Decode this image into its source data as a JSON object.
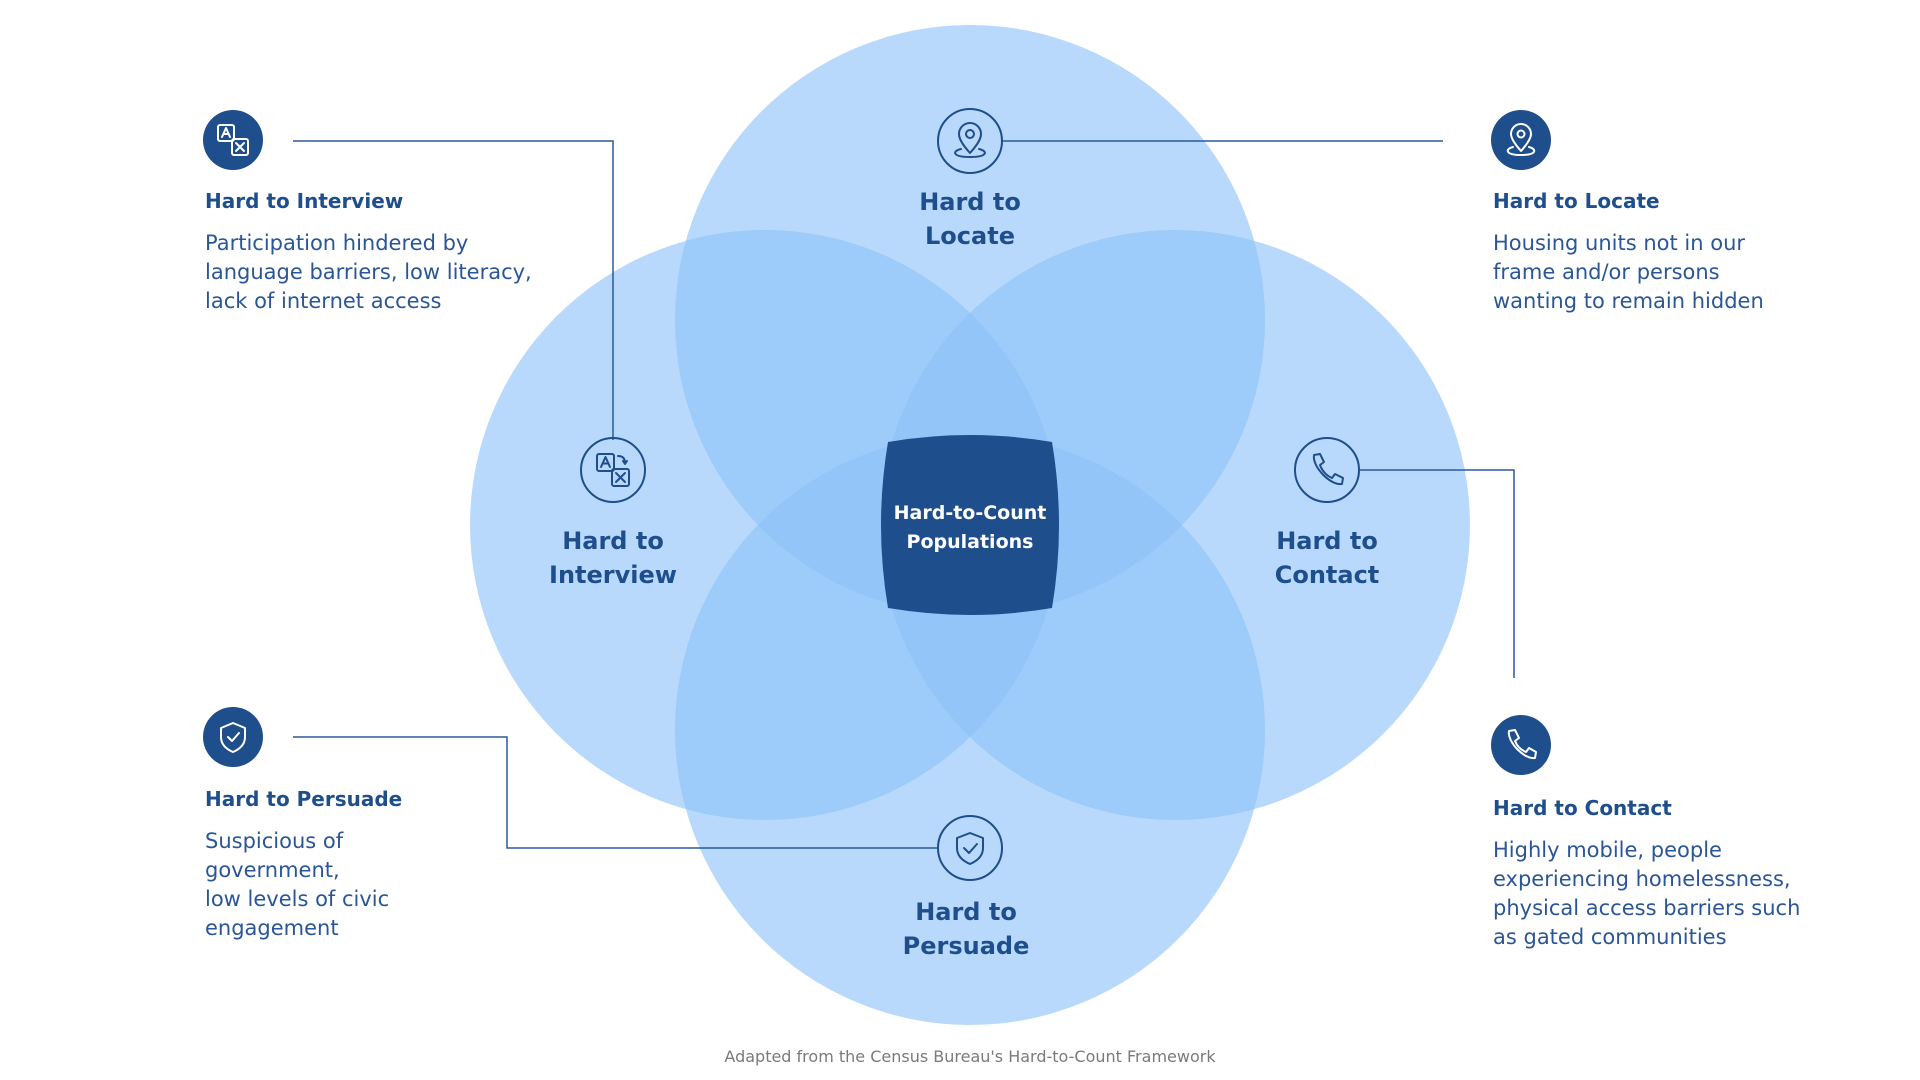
{
  "colors": {
    "circle_fill": "#8dc1f8",
    "center_fill": "#1f4e8c",
    "text_dark": "#1f4e8c",
    "text_body": "#2a5697",
    "connector": "#2b5a9c",
    "caption": "#7a7a7a"
  },
  "diagram": {
    "type": "four-circle venn",
    "center_label": [
      "Hard-to-Count",
      "Populations"
    ],
    "circles": {
      "locate": {
        "label": [
          "Hard to",
          "Locate"
        ],
        "icon": "location-pin-icon"
      },
      "interview": {
        "label": [
          "Hard to",
          "Interview"
        ],
        "icon": "translate-icon"
      },
      "contact": {
        "label": [
          "Hard to",
          "Contact"
        ],
        "icon": "phone-icon"
      },
      "persuade": {
        "label": [
          "Hard to",
          "Persuade"
        ],
        "icon": "shield-check-icon"
      }
    }
  },
  "side_panels": {
    "interview": {
      "title": "Hard to Interview",
      "lines": [
        "Participation hindered by",
        "language barriers, low literacy,",
        "lack of internet access"
      ],
      "icon": "translate-icon"
    },
    "locate": {
      "title": "Hard to Locate",
      "lines": [
        "Housing units not in our",
        "frame and/or persons",
        "wanting to remain hidden"
      ],
      "icon": "location-pin-icon"
    },
    "persuade": {
      "title": "Hard to Persuade",
      "lines": [
        "Suspicious of",
        "government,",
        "low levels of civic",
        "engagement"
      ],
      "icon": "shield-check-icon"
    },
    "contact": {
      "title": "Hard to Contact",
      "lines": [
        "Highly mobile, people",
        "experiencing homelessness,",
        "physical access barriers such",
        "as gated communities"
      ],
      "icon": "phone-icon"
    }
  },
  "caption": "Adapted from the Census Bureau's Hard-to-Count Framework"
}
